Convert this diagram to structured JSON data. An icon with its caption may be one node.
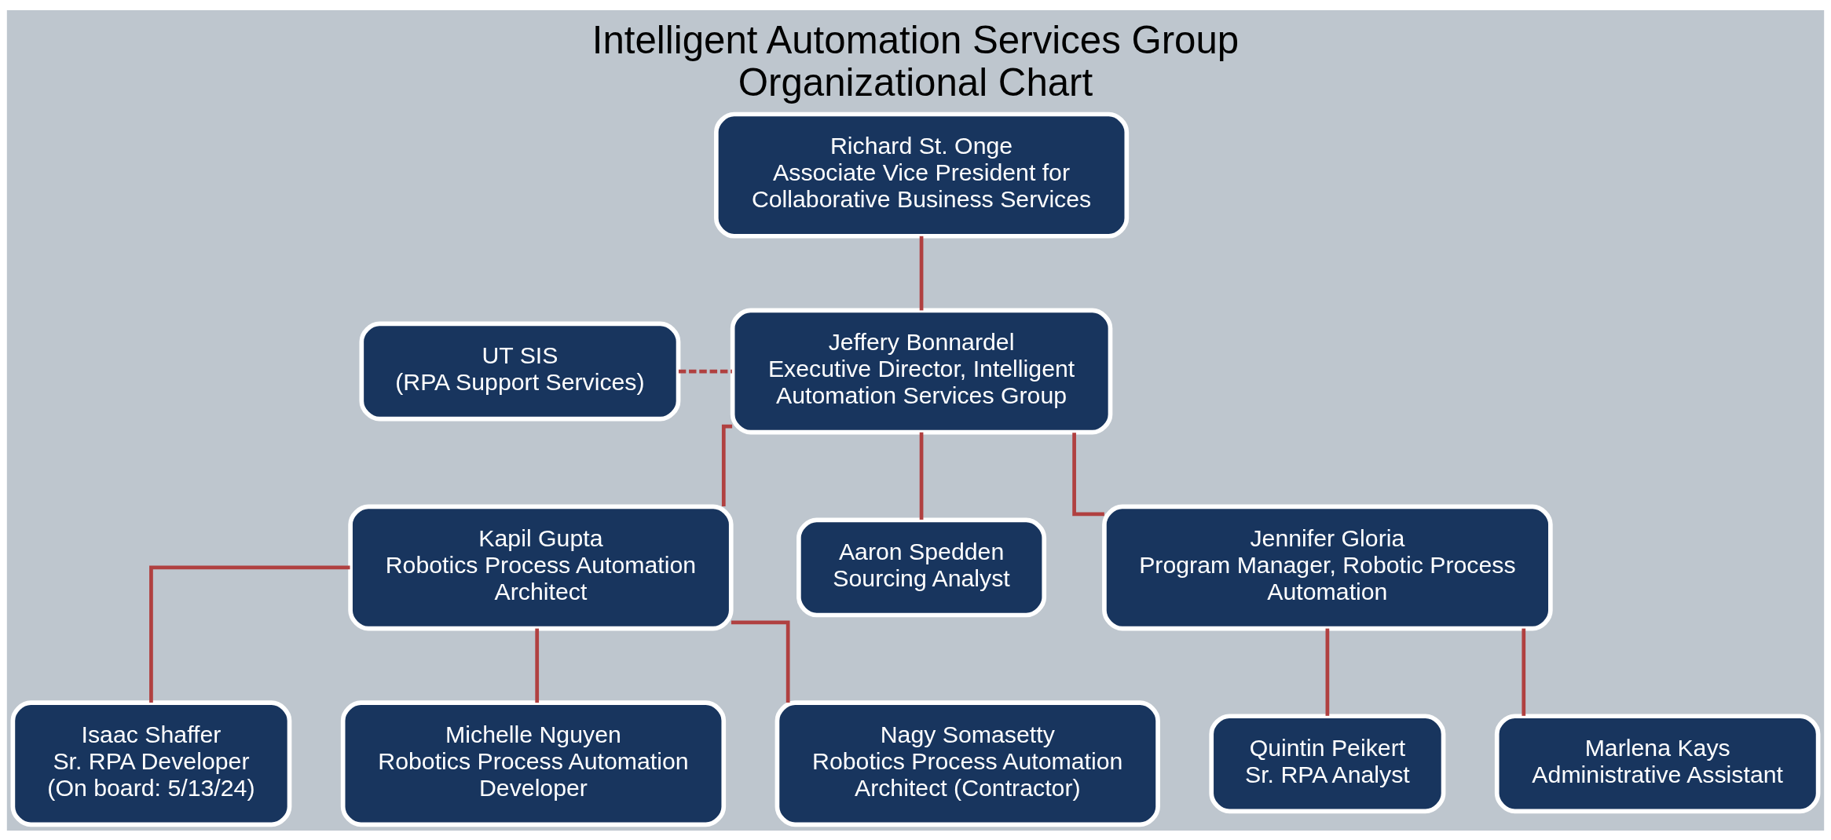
{
  "diagram": {
    "title": "Intelligent Automation Services Group Organizational Chart",
    "nodes": [
      {
        "text": [
          "Richard St. Onge",
          "Associate Vice President for Collaborative Business Services"
        ]
      },
      {
        "text": [
          "UT SIS",
          "(RPA Support Services)"
        ]
      },
      {
        "text": [
          "Jeffery Bonnardel",
          "Executive Director, Intelligent Automation Services Group"
        ]
      },
      {
        "text": [
          "Kapil Gupta",
          "Robotics Process Automation Architect"
        ]
      },
      {
        "text": [
          "Aaron Spedden",
          "Sourcing Analyst"
        ]
      },
      {
        "text": [
          "Jennifer Gloria",
          "Program Manager, Robotic Process Automation"
        ]
      },
      {
        "text": [
          "Isaac Shaffer",
          "Sr. RPA Developer",
          "(On board: 5/13/24)"
        ]
      },
      {
        "text": [
          "Michelle Nguyen",
          "Robotics Process Automation Developer"
        ]
      },
      {
        "text": [
          "Nagy Somasetty",
          "Robotics Process Automation Architect (Contractor)"
        ]
      },
      {
        "text": [
          "Quintin Peikert",
          "Sr. RPA Analyst"
        ]
      },
      {
        "text": [
          "Marlena Kays",
          "Administrative Assistant"
        ]
      }
    ],
    "edges": [
      {
        "from": 0,
        "to": 2,
        "arrow": "none"
      },
      {
        "from": 1,
        "to": 2,
        "arrow": "none",
        "style": "dashed"
      },
      {
        "from": 2,
        "to": 3,
        "arrow": "none"
      },
      {
        "from": 2,
        "to": 4,
        "arrow": "none"
      },
      {
        "from": 2,
        "to": 5,
        "arrow": "none"
      },
      {
        "from": 3,
        "to": 6,
        "arrow": "none"
      },
      {
        "from": 3,
        "to": 7,
        "arrow": "none"
      },
      {
        "from": 3,
        "to": 8,
        "arrow": "none"
      },
      {
        "from": 5,
        "to": 9,
        "arrow": "none"
      },
      {
        "from": 5,
        "to": 10,
        "arrow": "none"
      }
    ]
  }
}
